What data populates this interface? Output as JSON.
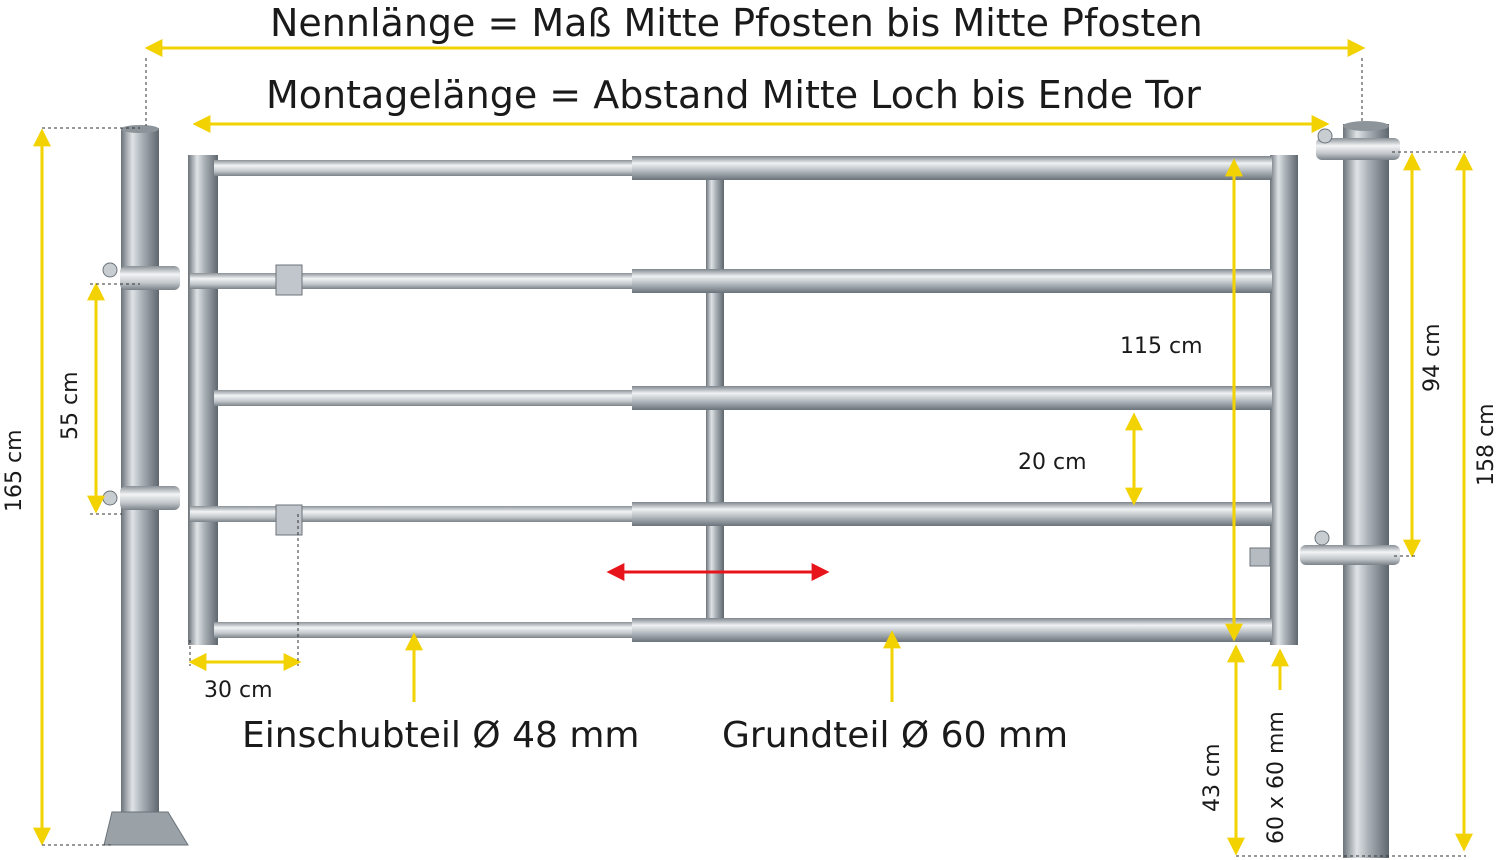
{
  "labels": {
    "nominal_length": "Nennlänge = Maß Mitte Pfosten bis Mitte Pfosten",
    "mounting_length": "Montagelänge = Abstand Mitte Loch bis Ende Tor",
    "post_height_left": "165 cm",
    "hinge_spacing_left": "55 cm",
    "gate_height": "115 cm",
    "rail_spacing": "20 cm",
    "post_hinge_spacing_right": "94 cm",
    "post_height_right": "158 cm",
    "overlap_length": "30 cm",
    "insert_part": "Einschubteil Ø 48 mm",
    "base_part": "Grundteil Ø 60 mm",
    "ground_clearance": "43 cm",
    "frame_profile": "60 x 60 mm"
  },
  "colors": {
    "dimension": "#f2d200",
    "adjust_arrow": "#e8141c",
    "steel_light": "#dfe3e6",
    "steel_mid": "#aab1b7",
    "steel_dark": "#6b737a",
    "background": "#ffffff"
  }
}
